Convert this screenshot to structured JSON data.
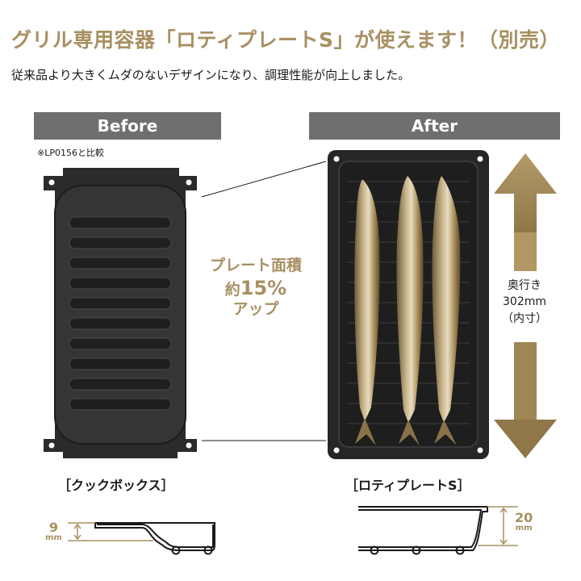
{
  "header": {
    "title": "グリル専用容器「ロティプレートS」が使えます！（別売）",
    "subtitle": "従来品より大きくムダのないデザインになり、調理性能が向上しました。"
  },
  "before": {
    "header": "Before",
    "note": "※LP0156と比較",
    "label": "［クックボックス］",
    "depth_value": "9",
    "depth_unit": "mm"
  },
  "after": {
    "header": "After",
    "label": "［ロティプレートS］",
    "depth_value": "20",
    "depth_unit": "mm"
  },
  "comparison": {
    "line1": "プレート面積",
    "line2_prefix": "約",
    "line2_value": "15%",
    "line3": "アップ"
  },
  "dimension": {
    "line1": "奥行き",
    "line2": "302mm",
    "line3": "（内寸）"
  },
  "colors": {
    "accent": "#a89063",
    "header_bg": "#6f6f6f",
    "plate": "#2a2a2a"
  }
}
